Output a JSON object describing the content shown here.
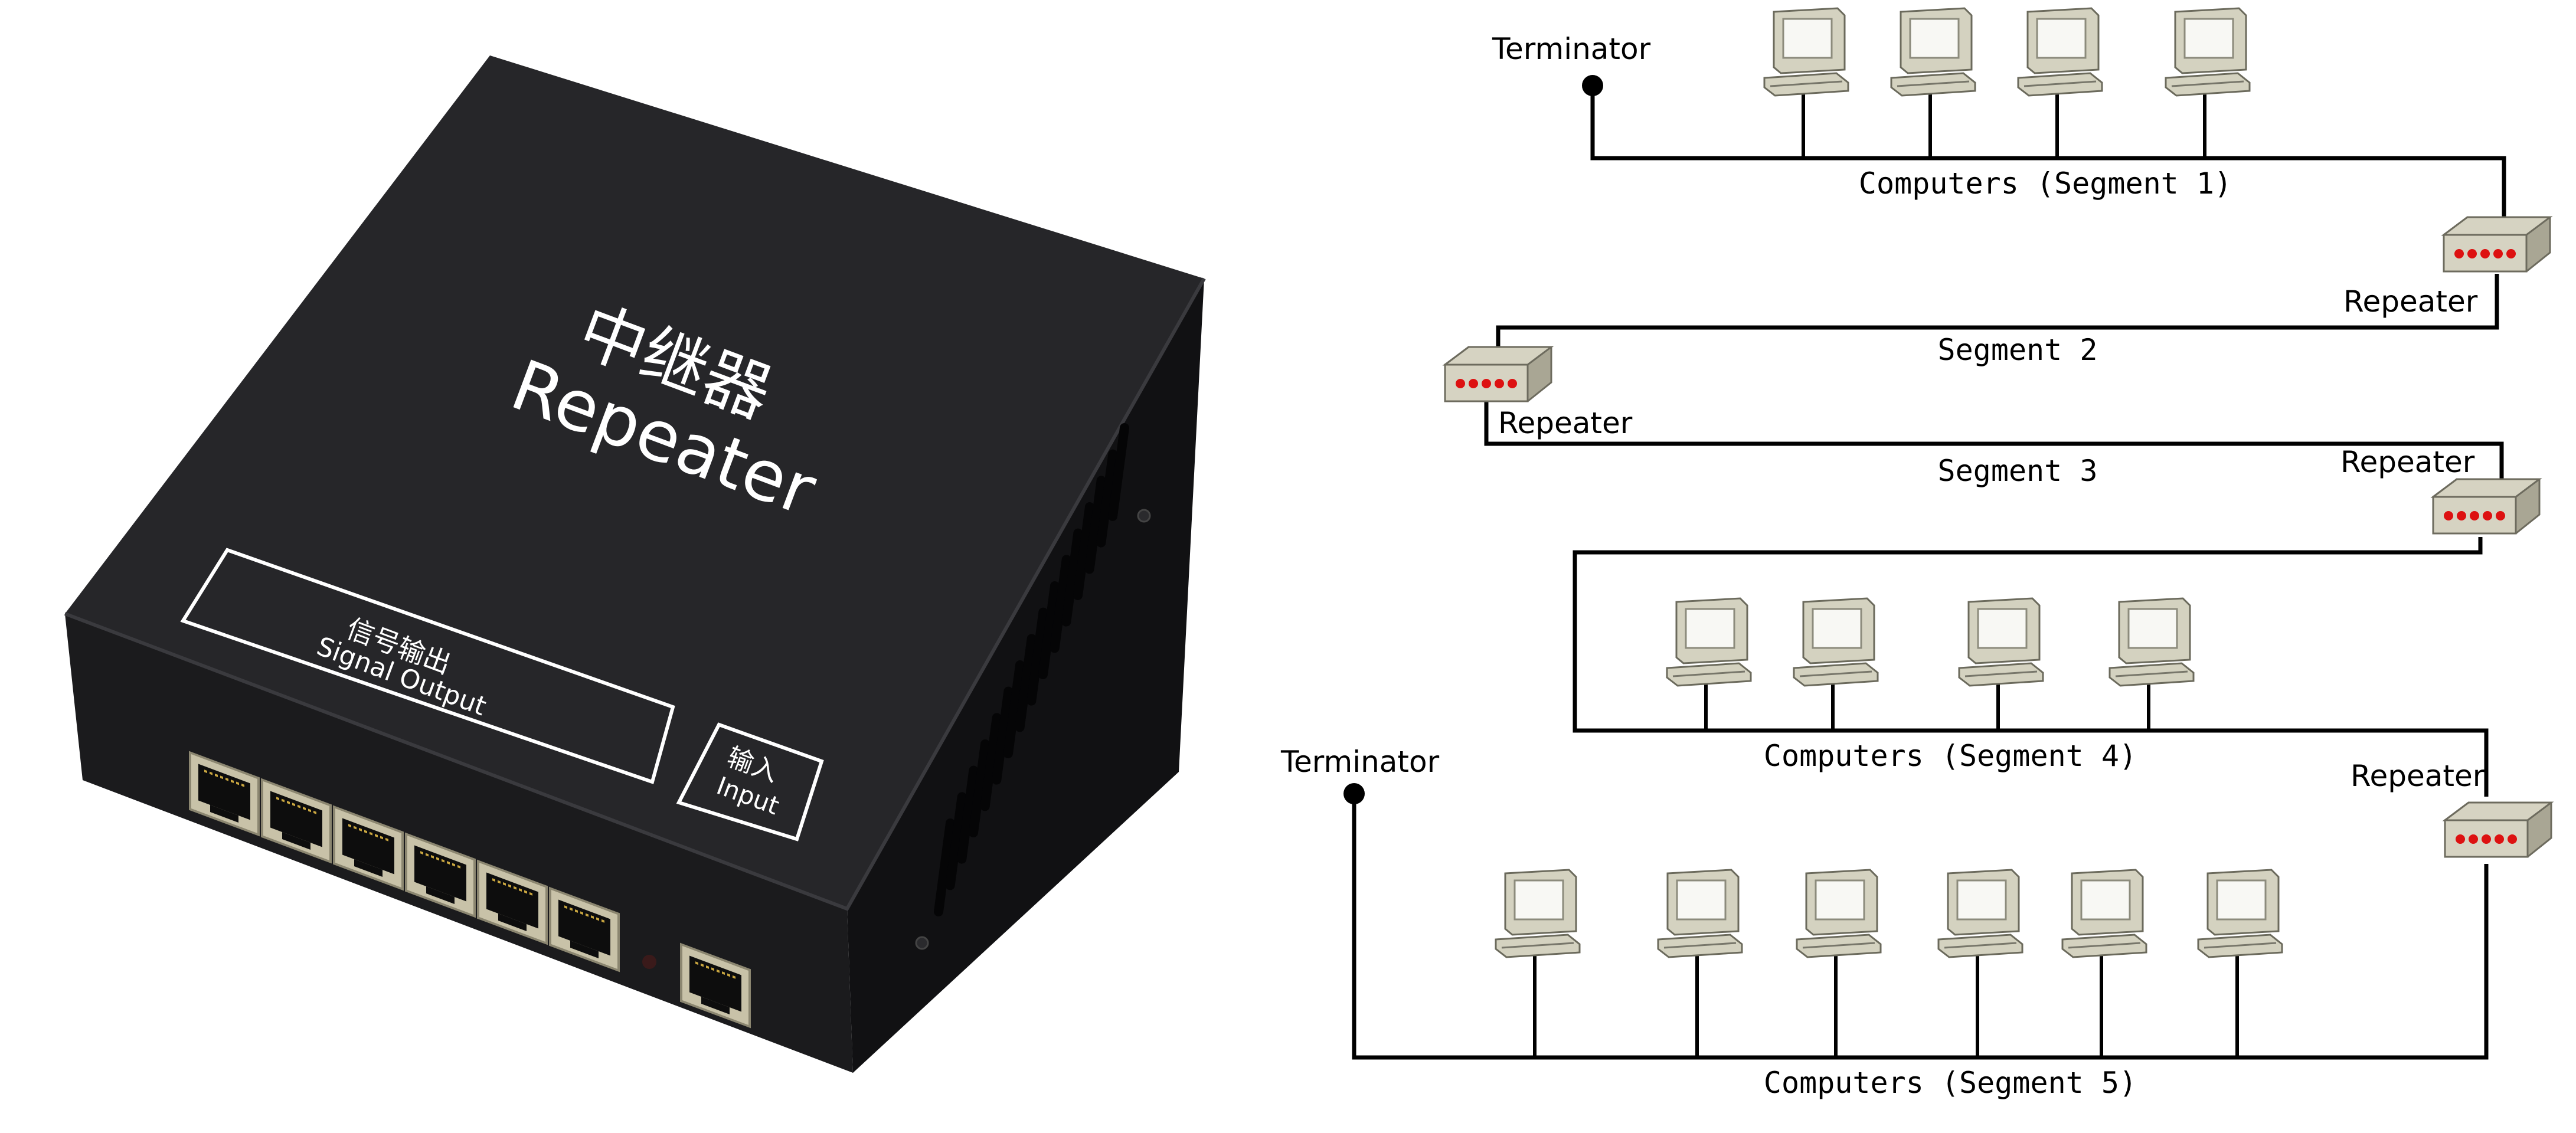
{
  "device": {
    "title_cn": "中继器",
    "title_en": "Repeater",
    "output_cn": "信号输出",
    "output_en": "Signal Output",
    "input_cn": "输入",
    "input_en": "Input",
    "output_port_count": 6,
    "input_port_count": 1,
    "colors": {
      "body": "#1c1c1e",
      "top": "#232326",
      "side": "#141416",
      "print": "#ffffff"
    }
  },
  "network": {
    "terminator_top": "Terminator",
    "terminator_bottom": "Terminator",
    "segment1_label": "Computers (Segment 1)",
    "segment2_label": "Segment 2",
    "segment3_label": "Segment 3",
    "segment4_label": "Computers (Segment 4)",
    "segment5_label": "Computers (Segment 5)",
    "repeater1": "Repeater",
    "repeater2": "Repeater",
    "repeater3": "Repeater",
    "repeater4": "Repeater",
    "computers_per_segment": {
      "segment1": 4,
      "segment4": 4,
      "segment5": 6
    },
    "colors": {
      "computer": "#d4d2c0",
      "repeater": "#d6d3c2",
      "repeater_led": "#dd1111",
      "cable": "#000000"
    }
  }
}
